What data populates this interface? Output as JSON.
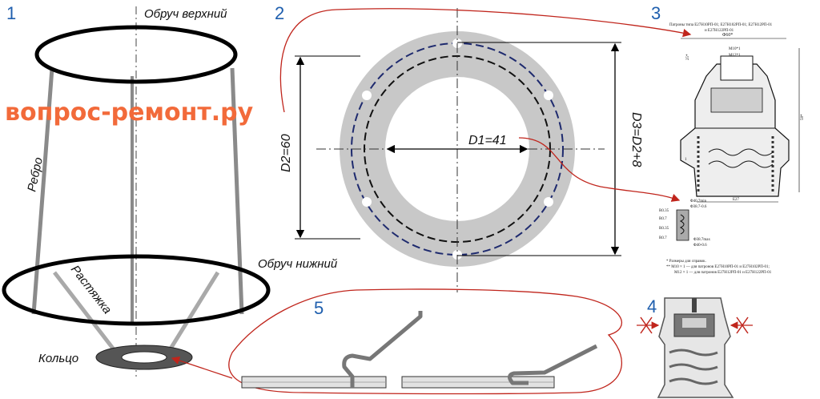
{
  "panels": {
    "p1": {
      "number": "1",
      "labels": {
        "top_hoop": "Обруч верхний",
        "bottom_hoop": "Обруч нижний",
        "rib": "Ребро",
        "brace": "Растяжка",
        "ring": "Кольцо"
      }
    },
    "p2": {
      "number": "2",
      "labels": {
        "d2": "D2=60",
        "d1": "D1=41",
        "d3": "D3=D2+8"
      }
    },
    "p3": {
      "number": "3",
      "header_line1": "Патроны типа Е27Н10РП-01; Е27Н102РП-01; Е27Н12РП-01",
      "header_line2": "и Е27Н122РП-01",
      "dims": {
        "d60": "Φ60*",
        "m10": "M10*1",
        "m12": "M12*1",
        "d25": "25*",
        "d6": "6*",
        "d58": "58*",
        "e27": "E27",
        "d7": "7*",
        "r1": "1",
        "d407": "Φ40.7min",
        "d387": "Φ38.7-0.6",
        "d387max": "Φ38.7max",
        "d40": "Φ40-0.6",
        "r035": "R0.35",
        "r07a": "R0.7",
        "r035b": "R0.35",
        "r07b": "R0.7"
      },
      "notes": {
        "n1": "* Размеры для справок.",
        "n2": "** M10 × 1 — для патронов Е27Н10РП-01 и Е27Н102РП-01;",
        "n3": "M12 × 1 — для патронов Е27Н12РП-01 и Е27Н122РП-01"
      }
    },
    "p4": {
      "number": "4"
    },
    "p5": {
      "number": "5"
    }
  },
  "watermark": "вопрос-ремонт.ру",
  "colors": {
    "number": "#1f5fae",
    "watermark": "#f26a3a",
    "arrow": "#c0251c",
    "washer": "#c8c8c8",
    "dashed_inner": "#1e2a6e",
    "hoop": "#000000",
    "rod": "#888888"
  }
}
